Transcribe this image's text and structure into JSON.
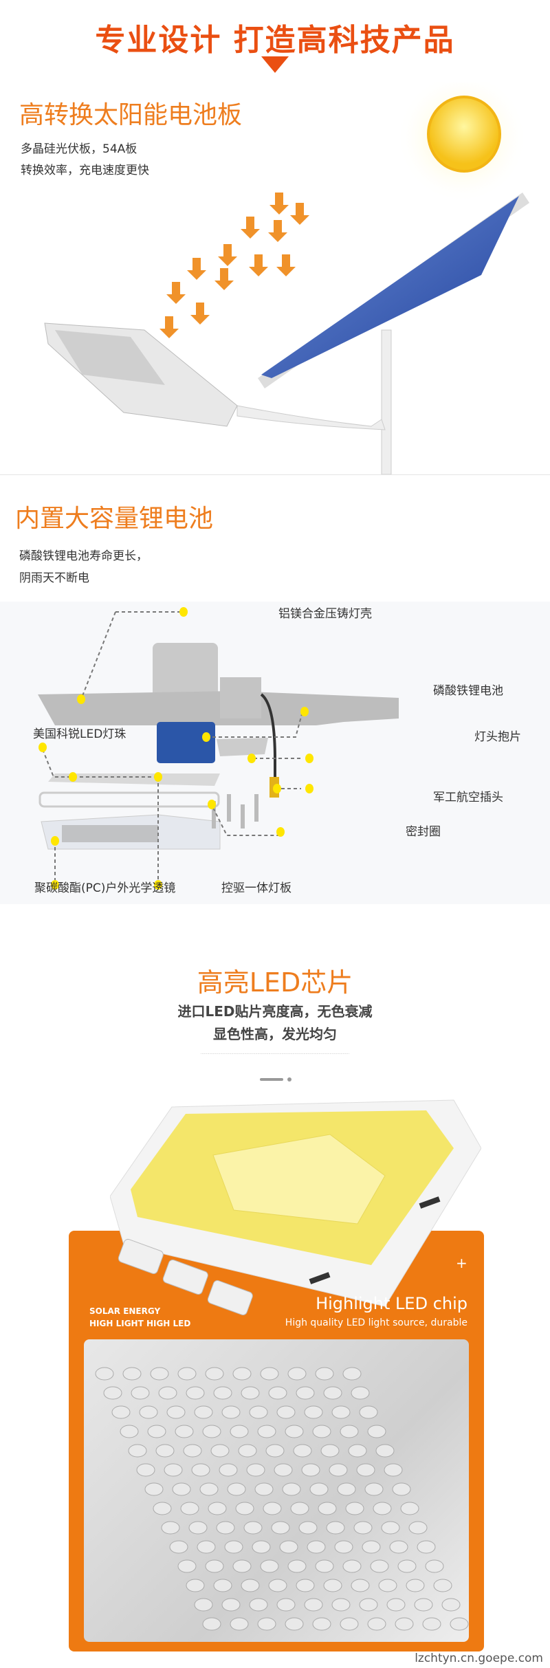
{
  "header": {
    "title": "专业设计 打造高科技产品"
  },
  "solar": {
    "heading": "高转换太阳能电池板",
    "lines": [
      "多晶硅光伏板，54A板",
      "转换效率，充电速度更快"
    ]
  },
  "battery": {
    "heading": "内置大容量锂电池",
    "lines": [
      "磷酸铁锂电池寿命更长，",
      "阴雨天不断电"
    ]
  },
  "diagram": {
    "labels": {
      "housing": "铝镁合金压铸灯壳",
      "battery": "磷酸铁锂电池",
      "led_beads": "美国科锐LED灯珠",
      "bracket": "灯头抱片",
      "connector": "军工航空插头",
      "seal": "密封圈",
      "lens": "聚碳酸酯(PC)户外光学透镜",
      "board": "控驱一体灯板"
    }
  },
  "chip": {
    "heading": "高亮LED芯片",
    "lines": [
      "进口LED贴片亮度高，无色衰减",
      "显色性高，发光均匀"
    ],
    "banner_left": [
      "SOLAR ENERGY",
      "HIGH LIGHT HIGH LED"
    ],
    "banner_title": "Highlight LED chip",
    "banner_sub": "High quality LED light source, durable",
    "plus": "+"
  },
  "watermark": "lzchtyn.cn.goepe.com",
  "colors": {
    "accent": "#ea4f12",
    "heading": "#ee7d1e",
    "orange_panel": "#ee7a12",
    "marker": "#ffe600"
  }
}
